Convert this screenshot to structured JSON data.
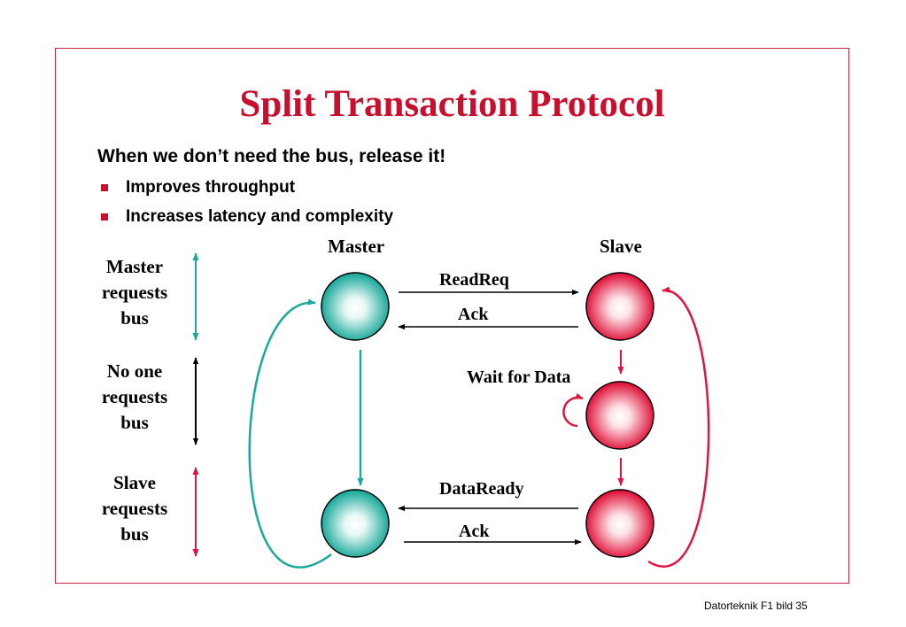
{
  "title": "Split Transaction Protocol",
  "lead": "When we don’t need the bus, release it!",
  "bullets": [
    "Improves throughput",
    "Increases latency and complexity"
  ],
  "columns": {
    "master": "Master",
    "slave": "Slave"
  },
  "phases": [
    {
      "lines": [
        "Master",
        "requests",
        "bus"
      ],
      "color": "#1aa99a"
    },
    {
      "lines": [
        "No one",
        "requests",
        "bus"
      ],
      "color": "#000000"
    },
    {
      "lines": [
        "Slave",
        "requests",
        "bus"
      ],
      "color": "#e0143c"
    }
  ],
  "messages": {
    "read_req": "ReadReq",
    "ack_1": "Ack",
    "wait_for_data": "Wait for Data",
    "data_ready": "DataReady",
    "ack_2": "Ack"
  },
  "colors": {
    "accent": "#c8102e",
    "master_node": "#1aa99a",
    "slave_node": "#e0143c"
  },
  "footer": "Datorteknik F1 bild 35"
}
